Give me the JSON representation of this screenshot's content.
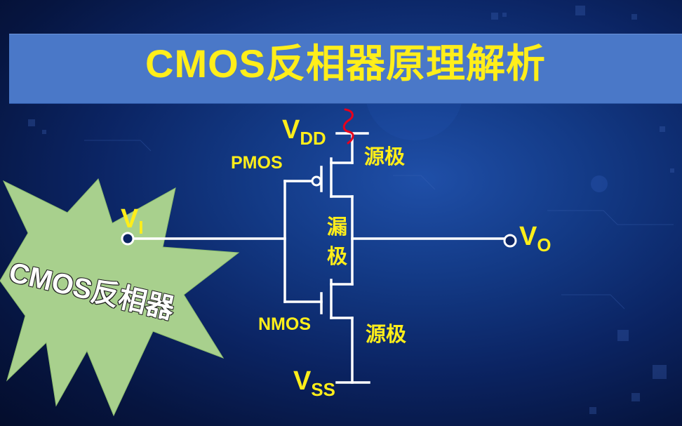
{
  "title": "CMOS反相器原理解析",
  "burst_label": "CMOS反相器",
  "circuit": {
    "vdd": {
      "main": "V",
      "sub": "DD"
    },
    "vss": {
      "main": "V",
      "sub": "SS"
    },
    "vin": {
      "main": "V",
      "sub": "I"
    },
    "vout": {
      "main": "V",
      "sub": "O"
    },
    "pmos_label": "PMOS",
    "nmos_label": "NMOS",
    "source_top": "源极",
    "source_bottom": "源极",
    "drain_line1": "漏",
    "drain_line2": "极"
  },
  "colors": {
    "title_bar": "#4a78c8",
    "label_yellow": "#ffee1a",
    "wire": "#ffffff",
    "burst_fill": "#a8d08d",
    "annotation_red": "#e8001c"
  }
}
